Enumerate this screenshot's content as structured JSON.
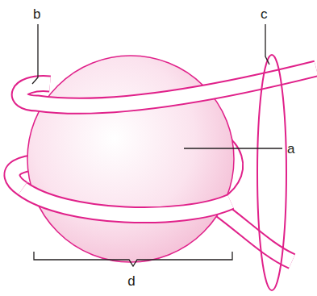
{
  "diagram": {
    "labels": [
      "b",
      "c",
      "a",
      "d"
    ]
  }
}
